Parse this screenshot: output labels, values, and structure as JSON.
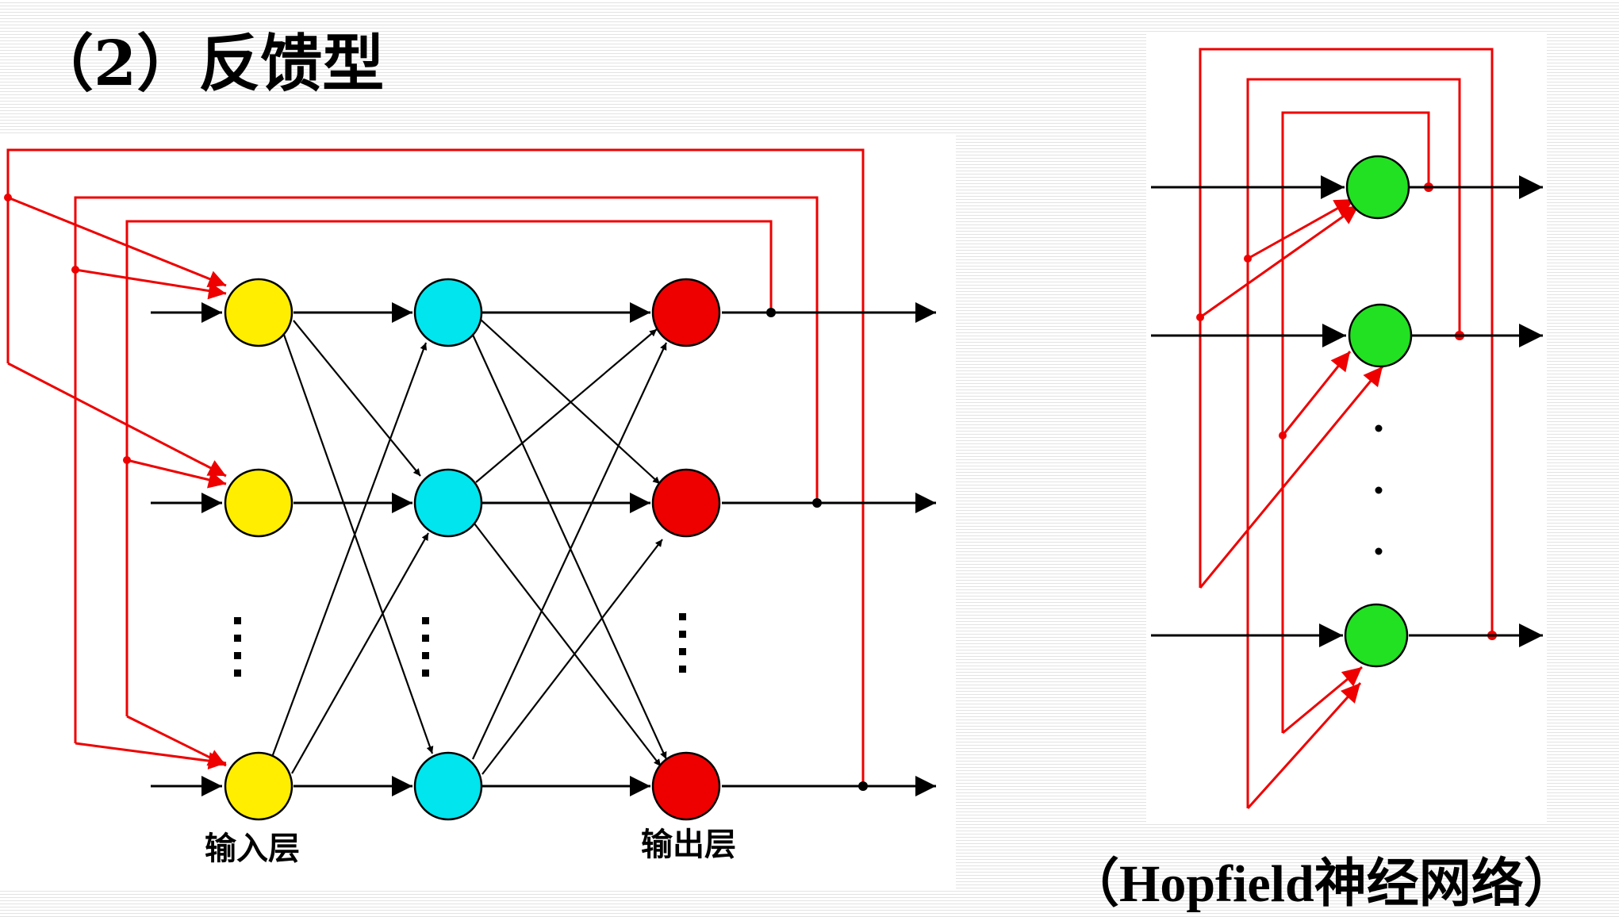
{
  "title": "（2）反馈型",
  "left_network": {
    "input_layer_label": "输入层",
    "output_layer_label": "输出层",
    "colors": {
      "input": "#ffee00",
      "hidden": "#00e5ee",
      "output": "#ee0000",
      "feedback": "#ee0000",
      "link": "#000000"
    }
  },
  "right_network": {
    "caption": "（Hopfield神经网络）",
    "colors": {
      "neuron": "#22e022",
      "feedback": "#ee0000",
      "link": "#000000"
    }
  }
}
